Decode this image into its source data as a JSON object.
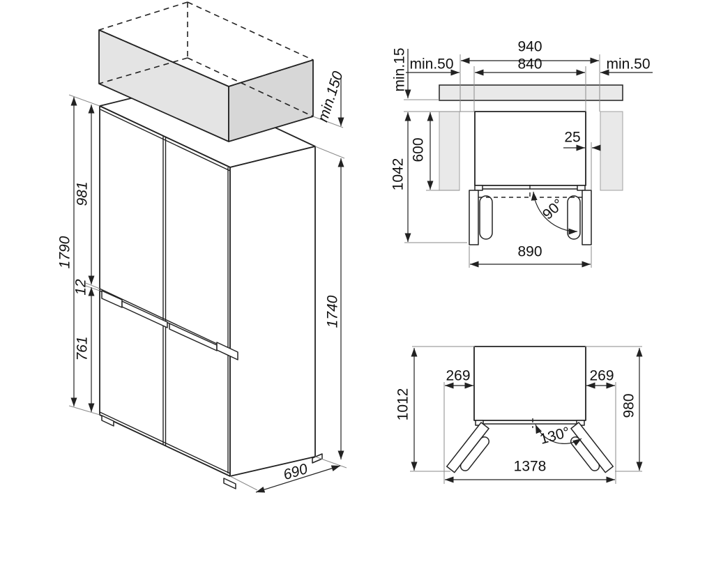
{
  "title": "Refrigerator installation dimensions diagram",
  "colors": {
    "background": "#ffffff",
    "line": "#222222",
    "extension_line": "#8a8a8a",
    "shade_light": "#e4e4e4",
    "shade_dark": "#d7d7d7",
    "wall_fill": "#e9e9e9"
  },
  "iso_view": {
    "description": "isometric view of four-door refrigerator with clearance box above",
    "dims": {
      "total_height": "1790",
      "upper_door_height": "981",
      "middle_gap": "12",
      "lower_door_height": "761",
      "top_clearance": "min.150",
      "body_height": "1740",
      "depth": "690"
    }
  },
  "top_view_niche": {
    "description": "top view, doors open 90°, installed in niche",
    "dims": {
      "niche_width": "940",
      "cabinet_width": "840",
      "side_clearance_left": "min.50",
      "side_clearance_right": "min.50",
      "rear_clearance": "min.15",
      "total_depth_doors_open": "1042",
      "side_wall_depth": "600",
      "door_protrusion": "25",
      "door_angle": "90°",
      "width_doors_open": "890"
    }
  },
  "top_view_open": {
    "description": "top view, doors open 130°",
    "dims": {
      "left_door_protrusion": "269",
      "right_door_protrusion": "269",
      "depth_doors_open_left": "1012",
      "depth_doors_open_right": "980",
      "door_angle": "130°",
      "total_width_doors_open": "1378"
    }
  }
}
